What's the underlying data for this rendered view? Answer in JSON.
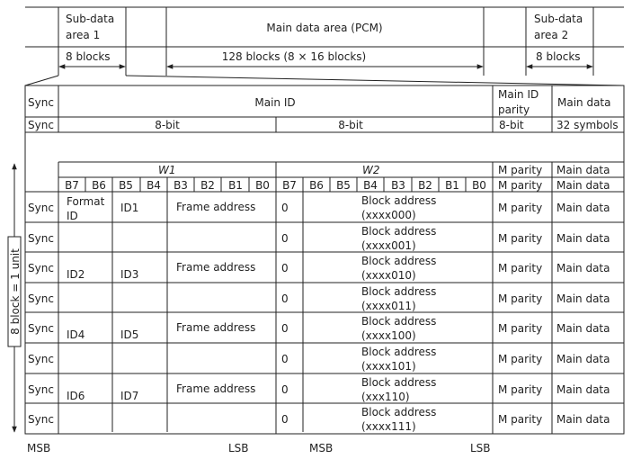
{
  "top": {
    "sub1": [
      "Sub-data",
      "area 1"
    ],
    "main": "Main data area (PCM)",
    "sub2": [
      "Sub-data",
      "area 2"
    ],
    "sub1_blocks": "8 blocks",
    "main_blocks": "128 blocks (8 × 16 blocks)",
    "sub2_blocks": "8 blocks"
  },
  "header": {
    "sync": "Sync",
    "main_id": "Main ID",
    "main_id_parity": [
      "Main ID",
      "parity"
    ],
    "main_data": "Main data",
    "bits1": "8-bit",
    "bits2": "8-bit",
    "bits3": "8-bit",
    "symbols": "32 symbols"
  },
  "words": {
    "w1": "W1",
    "w2": "W2",
    "m_parity": "M parity",
    "main_data": "Main data",
    "w1_bits": [
      "B7",
      "B6",
      "B5",
      "B4",
      "B3",
      "B2",
      "B1",
      "B0"
    ],
    "w2_bits": [
      "B7",
      "B6",
      "B5",
      "B4",
      "B3",
      "B2",
      "B1",
      "B0"
    ]
  },
  "rows": [
    {
      "sync": "Sync",
      "a": [
        "Format",
        "ID"
      ],
      "b": "ID1",
      "fa": "Frame address",
      "zero": "0",
      "addr": [
        "Block address",
        "(xxxx000)"
      ],
      "mp": "M parity",
      "md": "Main data"
    },
    {
      "sync": "Sync",
      "a": [],
      "b": "",
      "fa": "",
      "zero": "0",
      "addr": [
        "Block address",
        "(xxxx001)"
      ],
      "mp": "M parity",
      "md": "Main data"
    },
    {
      "sync": "Sync",
      "a": [
        "ID2"
      ],
      "b": "ID3",
      "fa": "Frame address",
      "zero": "0",
      "addr": [
        "Block address",
        "(xxxx010)"
      ],
      "mp": "M parity",
      "md": "Main data"
    },
    {
      "sync": "Sync",
      "a": [],
      "b": "",
      "fa": "",
      "zero": "0",
      "addr": [
        "Block address",
        "(xxxx011)"
      ],
      "mp": "M parity",
      "md": "Main data"
    },
    {
      "sync": "Sync",
      "a": [
        "ID4"
      ],
      "b": "ID5",
      "fa": "Frame address",
      "zero": "0",
      "addr": [
        "Block address",
        "(xxxx100)"
      ],
      "mp": "M parity",
      "md": "Main data"
    },
    {
      "sync": "Sync",
      "a": [],
      "b": "",
      "fa": "",
      "zero": "0",
      "addr": [
        "Block address",
        "(xxxx101)"
      ],
      "mp": "M parity",
      "md": "Main data"
    },
    {
      "sync": "Sync",
      "a": [
        "ID6"
      ],
      "b": "ID7",
      "fa": "Frame address",
      "zero": "0",
      "addr": [
        "Block address",
        "(xxx110)"
      ],
      "mp": "M parity",
      "md": "Main data"
    },
    {
      "sync": "Sync",
      "a": [],
      "b": "",
      "fa": "",
      "zero": "0",
      "addr": [
        "Block address",
        "(xxxx111)"
      ],
      "mp": "M parity",
      "md": "Main data"
    }
  ],
  "side_label": "8 block = 1 unit",
  "footer": {
    "msb1": "MSB",
    "lsb1": "LSB",
    "msb2": "MSB",
    "lsb2": "LSB"
  }
}
